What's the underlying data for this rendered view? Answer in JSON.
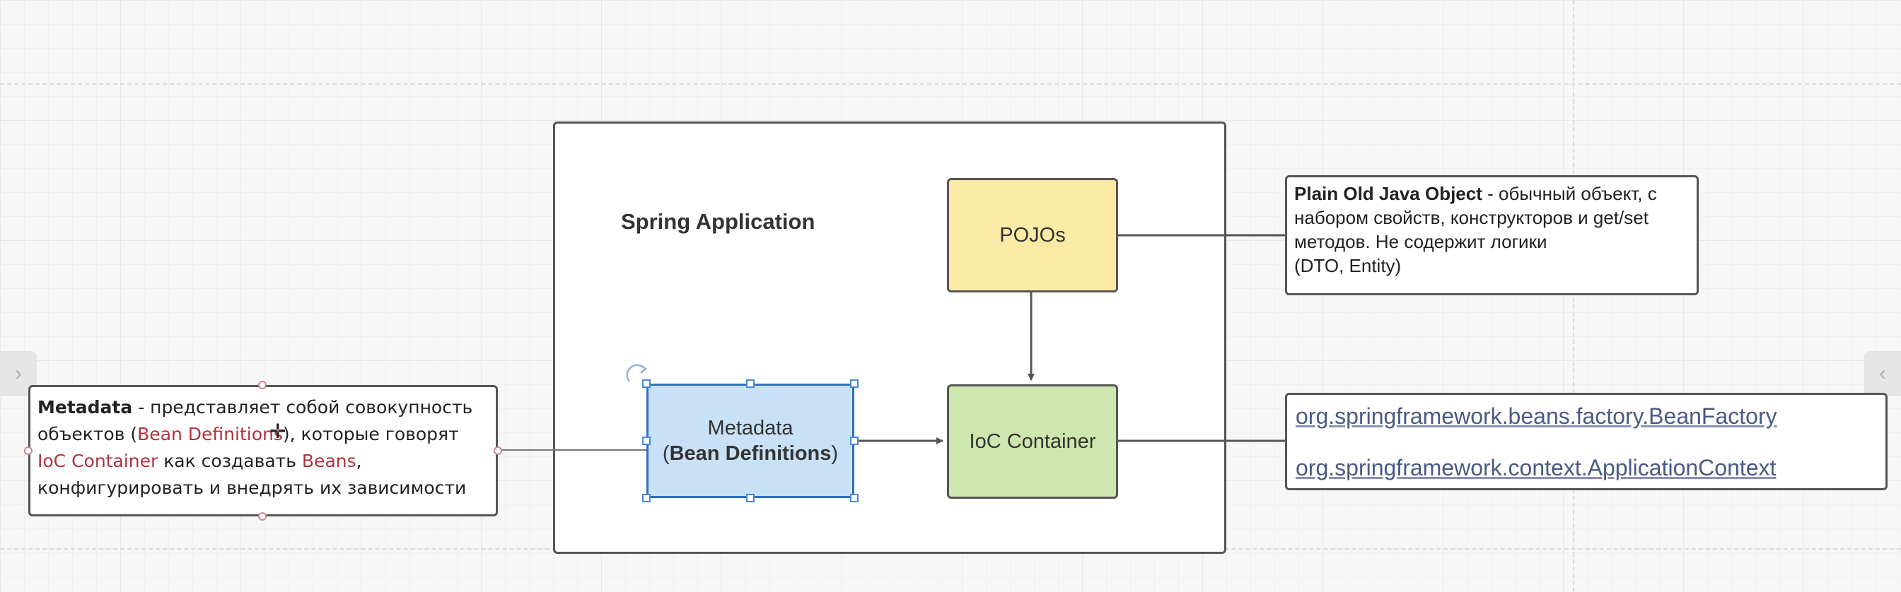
{
  "diagram": {
    "frame": {
      "title": "Spring Application"
    },
    "nodes": {
      "pojos": {
        "label": "POJOs",
        "color": "#fbeaa5"
      },
      "ioc": {
        "label": "IoC Container",
        "color": "#cde7ae"
      },
      "metadata": {
        "line1": "Metadata",
        "line2_open": "(",
        "line2_bold": "Bean Definitions",
        "line2_close": ")",
        "color": "#c9e1f6"
      }
    },
    "notes": {
      "pojo": {
        "bold": "Plain Old Java Object",
        "text": " - обычный объект, с набором свойств, конструкторов и get/set методов. Не содержит логики",
        "text2": "(DTO, Entity)"
      },
      "metadata": {
        "bold": "Metadata",
        "t1": " - представляет собой совокупность объектов (",
        "hl1": "Bean Definitions",
        "t2": "), которые говорят ",
        "hl2": "IoC Container",
        "t3": " как создавать ",
        "hl3": "Beans",
        "t4": ", конфигурировать и внедрять их зависимости"
      },
      "links": [
        "org.springframework.beans.factory.BeanFactory",
        "org.springframework.context.ApplicationContext"
      ]
    },
    "nav": {
      "left": "›",
      "right": "‹"
    }
  }
}
